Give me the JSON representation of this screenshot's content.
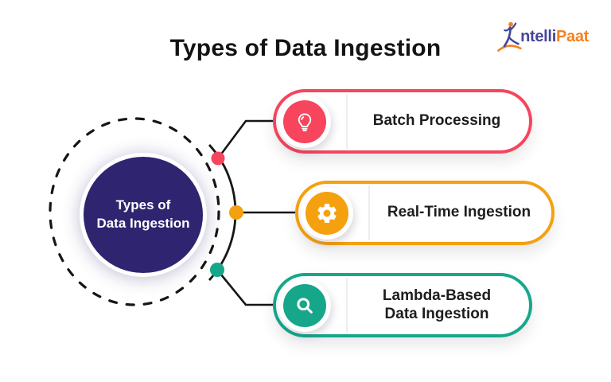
{
  "title": "Types of Data Ingestion",
  "logo": {
    "text_primary": "ntelli",
    "text_accent": "Paat",
    "primary_color": "#45459B",
    "accent_color": "#F5821F",
    "figure_icon": "person-jump-icon"
  },
  "center_node": {
    "line1": "Types of",
    "line2": "Data Ingestion",
    "bg_color": "#2F2470",
    "text_color": "#FFFFFF"
  },
  "connector_color": "#161616",
  "cards": [
    {
      "id": "batch-processing",
      "lines": [
        "Batch Processing"
      ],
      "color": "#F6455D",
      "icon": "lightbulb-icon"
    },
    {
      "id": "real-time-ingestion",
      "lines": [
        "Real-Time Ingestion"
      ],
      "color": "#F5A00E",
      "icon": "gear-icon"
    },
    {
      "id": "lambda-based-data-ingestion",
      "lines": [
        "Lambda-Based",
        "Data Ingestion"
      ],
      "color": "#16A78B",
      "icon": "search-icon"
    }
  ]
}
